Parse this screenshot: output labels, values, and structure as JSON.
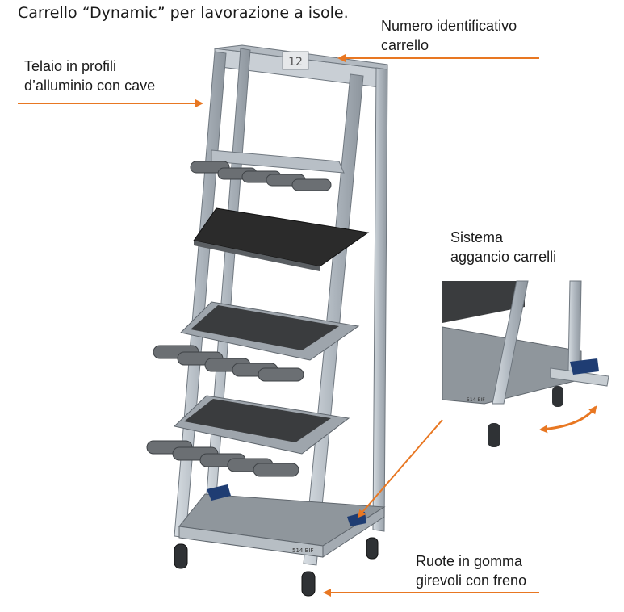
{
  "title": "Carrello “Dynamic” per lavorazione a isole.",
  "labels": {
    "id_number": "Numero identificativo\ncarrello",
    "frame": "Telaio in profili\nd’alluminio con cave",
    "coupling": "Sistema\naggancio carrelli",
    "wheels": "Ruote in gomma\ngirevoli con freno"
  },
  "cart_number": "12",
  "plate_code": "514 BIF",
  "colors": {
    "arrow": "#e87722",
    "frame": "#b9c1c9",
    "tray": "#2b2b2b",
    "text": "#1a1a1a"
  }
}
